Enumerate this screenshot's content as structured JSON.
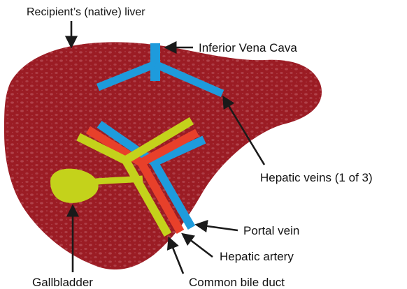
{
  "labels": {
    "native_liver": "Recipient’s (native) liver",
    "ivc": "Inferior Vena Cava",
    "hepatic_veins": "Hepatic veins (1 of 3)",
    "portal_vein": "Portal vein",
    "hepatic_artery": "Hepatic artery",
    "common_bile_duct": "Common bile duct",
    "gallbladder": "Gallbladder"
  },
  "colors": {
    "liver": "#9b1c24",
    "liver_texture": "#c0606a",
    "vein_blue": "#1e9bdc",
    "artery_red": "#e8402a",
    "bile_green": "#c4d21b",
    "arrow": "#1a1a1a"
  }
}
